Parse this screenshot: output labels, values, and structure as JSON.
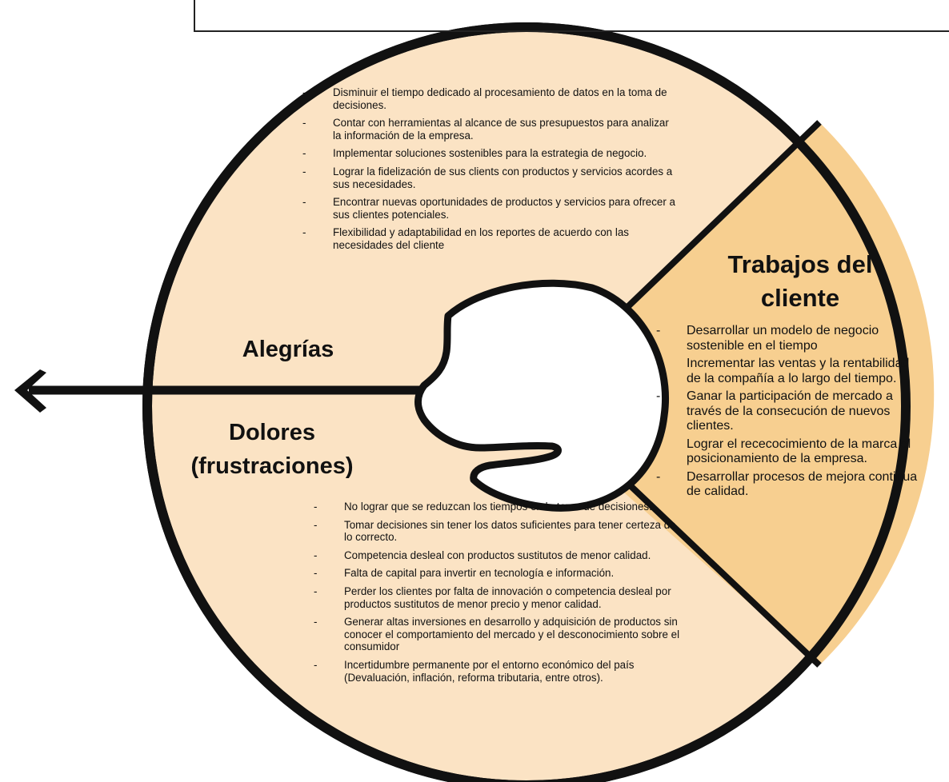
{
  "header": {
    "title_fragment": "...n para el perfil del cliente"
  },
  "sections": {
    "gains": {
      "label": "Alegrías",
      "items": [
        "Disminuir el tiempo dedicado al procesamiento de datos en la toma de decisiones.",
        "Contar con herramientas al alcance de sus presupuestos para analizar la información de la empresa.",
        "Implementar soluciones sostenibles para la estrategia de negocio.",
        "Lograr la fidelización de sus clients con productos y servicios acordes a sus necesidades.",
        "Encontrar nuevas oportunidades de productos y servicios para ofrecer a sus clientes potenciales.",
        "Flexibilidad y adaptabilidad en los reportes de acuerdo con las necesidades del cliente"
      ]
    },
    "jobs": {
      "label_line1": "Trabajos del",
      "label_line2": "cliente",
      "items": [
        "Desarrollar un modelo de negocio sostenible en el tiempo",
        "Incrementar las ventas y la rentabilidad de la compañía a lo largo del tiempo.",
        "Ganar la participación de mercado a través de la consecución de nuevos clientes.",
        "Lograr el rececocimiento de la marca el posicionamiento de la empresa.",
        "Desarrollar procesos de mejora continua de calidad."
      ]
    },
    "pains": {
      "label_line1": "Dolores",
      "label_line2": "(frustraciones)",
      "items": [
        "No lograr que se reduzcan los tiempos en la toma de decisiones.",
        "Tomar decisiones sin tener los datos suficientes para tener certeza de lo correcto.",
        "Competencia desleal con productos sustitutos de menor calidad.",
        "Falta de capital para invertir en tecnología e información.",
        "Perder los clientes por falta de innovación o competencia desleal por productos sustitutos de menor precio y menor calidad.",
        "Generar altas inversiones en desarrollo y adquisición de productos sin conocer el comportamiento del mercado y el desconocimiento sobre el consumidor",
        "Incertidumbre permanente por el entorno económico del país (Devaluación, inflación, reforma tributaria, entre otros)."
      ]
    }
  },
  "dash": "-",
  "colors": {
    "gains_fill": "#fbe3c4",
    "jobs_fill": "#f7cf90",
    "outline": "#111111"
  }
}
